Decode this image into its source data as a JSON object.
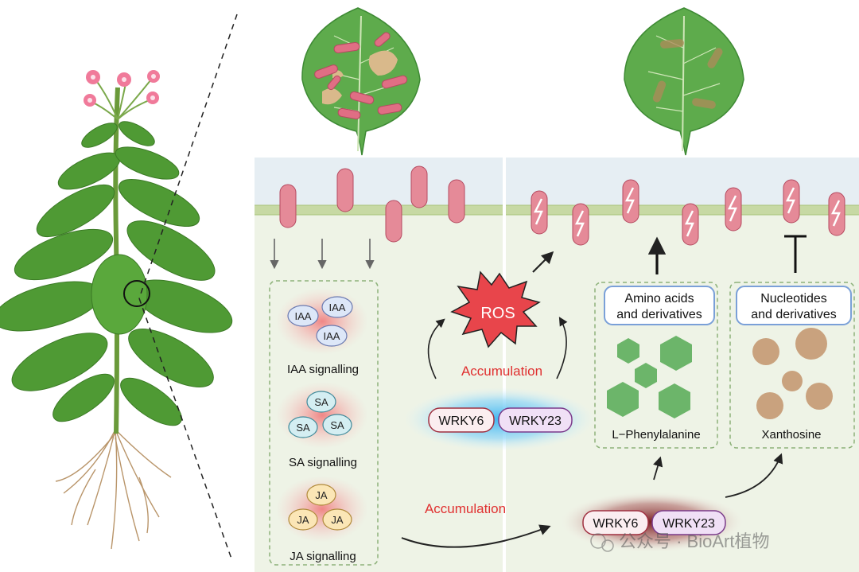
{
  "signalling": {
    "iaa": {
      "molecule": "IAA",
      "label": "IAA signalling"
    },
    "sa": {
      "molecule": "SA",
      "label": "SA signalling"
    },
    "ja": {
      "molecule": "JA",
      "label": "JA signalling"
    }
  },
  "ros": {
    "label": "ROS",
    "accumulation": "Accumulation"
  },
  "genes": {
    "wrky6": "WRKY6",
    "wrky23": "WRKY23"
  },
  "lower_accumulation": "Accumulation",
  "amino": {
    "title_line1": "Amino acids",
    "title_line2": "and derivatives",
    "compound": "L−Phenylalanine"
  },
  "nucleotides": {
    "title_line1": "Nucleotides",
    "title_line2": "and derivatives",
    "compound": "Xanthosine"
  },
  "watermark": "公众号 · BioArt植物",
  "colors": {
    "panel_bg": "#eef3e6",
    "membrane": "#c7d9a4",
    "bacteria": "#e58a98",
    "ros_red": "#e8454b",
    "accent_red": "#e03030",
    "hexagon_green": "#6cb56a",
    "xanthosine_tan": "#c9a27e",
    "box_border": "#7aa0d8"
  }
}
